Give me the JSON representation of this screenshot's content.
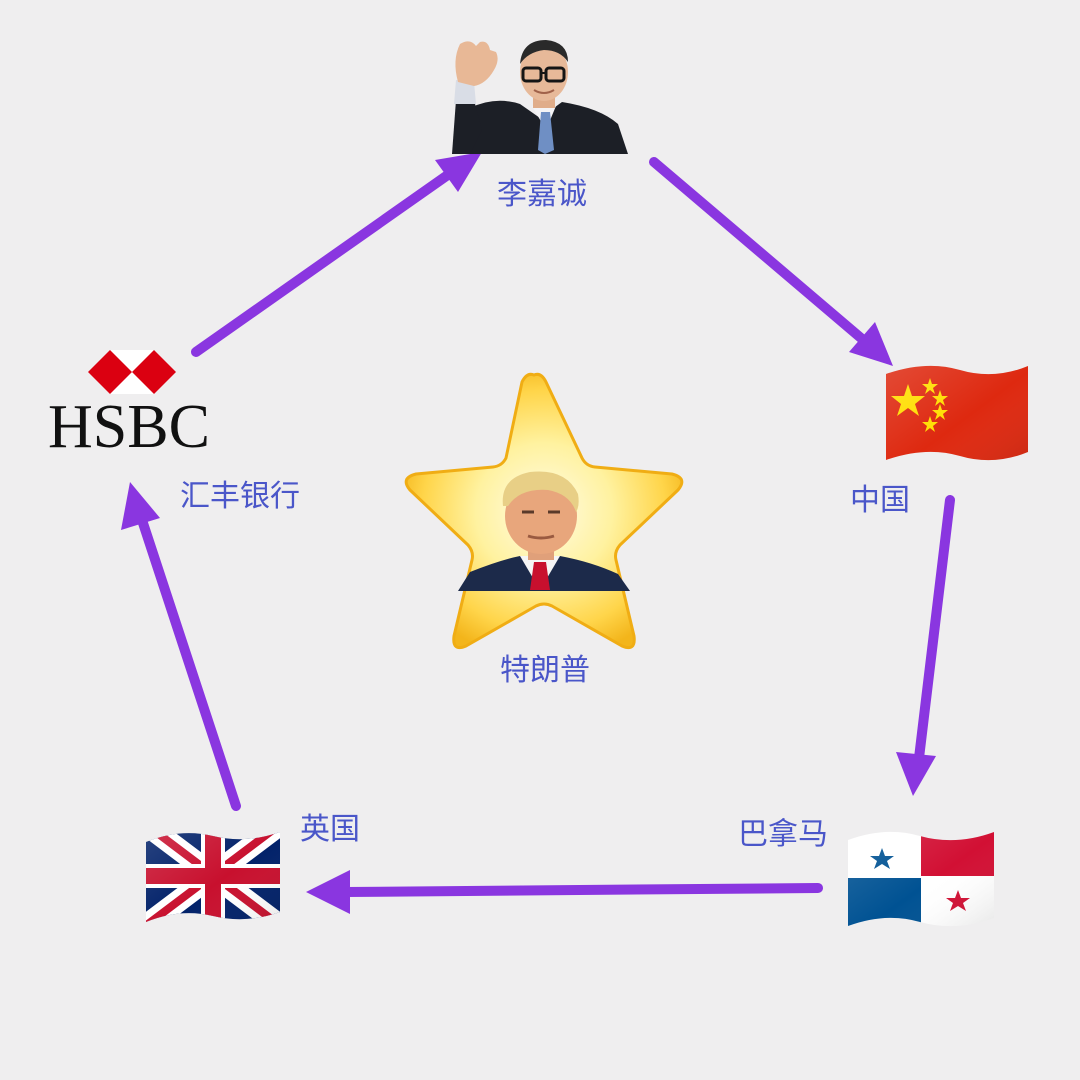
{
  "nodes": {
    "li_ka_shing": {
      "label": "李嘉诚"
    },
    "china": {
      "label": "中国"
    },
    "panama": {
      "label": "巴拿马"
    },
    "uk": {
      "label": "英国"
    },
    "hsbc": {
      "label": "汇丰银行",
      "logo_text": "HSBC"
    },
    "trump": {
      "label": "特朗普"
    }
  },
  "edges": [
    {
      "from": "hsbc",
      "to": "li_ka_shing"
    },
    {
      "from": "li_ka_shing",
      "to": "china"
    },
    {
      "from": "china",
      "to": "panama"
    },
    {
      "from": "panama",
      "to": "uk"
    },
    {
      "from": "uk",
      "to": "hsbc"
    }
  ],
  "colors": {
    "arrow": "#8a36e0",
    "label": "#4a56c9",
    "background": "#efeeef",
    "hsbc_red": "#db0011"
  },
  "icons": {
    "center": "star-icon",
    "china": "china-flag-icon",
    "panama": "panama-flag-icon",
    "uk": "uk-flag-icon",
    "hsbc": "hsbc-hexagon-logo-icon",
    "li_ka_shing": "person-waving-photo",
    "trump": "person-portrait-photo"
  }
}
